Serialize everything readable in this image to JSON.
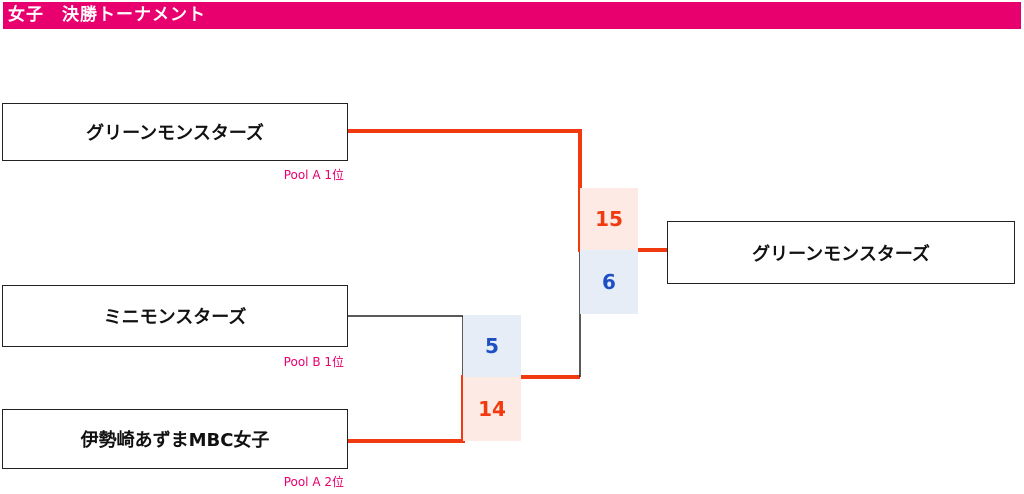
{
  "header": {
    "title": "女子　決勝トーナメント",
    "color": "#e8006e"
  },
  "teams": {
    "green_monsters": "グリーンモンスターズ",
    "mini_monsters": "ミニモンスターズ",
    "isesaki_azuma": "伊勢崎あずまMBC女子"
  },
  "seeds": {
    "pool_a_1": "Pool A 1位",
    "pool_b_1": "Pool B 1位",
    "pool_a_2": "Pool A 2位"
  },
  "semifinal": {
    "top_score": "5",
    "bottom_score": "14"
  },
  "final": {
    "top_score": "15",
    "bottom_score": "6",
    "champion": "グリーンモンスターズ"
  },
  "colors": {
    "winner_line": "#f23a10",
    "winner_score_bg": "#fdeae4",
    "winner_score_text": "#f23a10",
    "loser_score_bg": "#e7edf7",
    "loser_score_text": "#1d4fc4"
  }
}
